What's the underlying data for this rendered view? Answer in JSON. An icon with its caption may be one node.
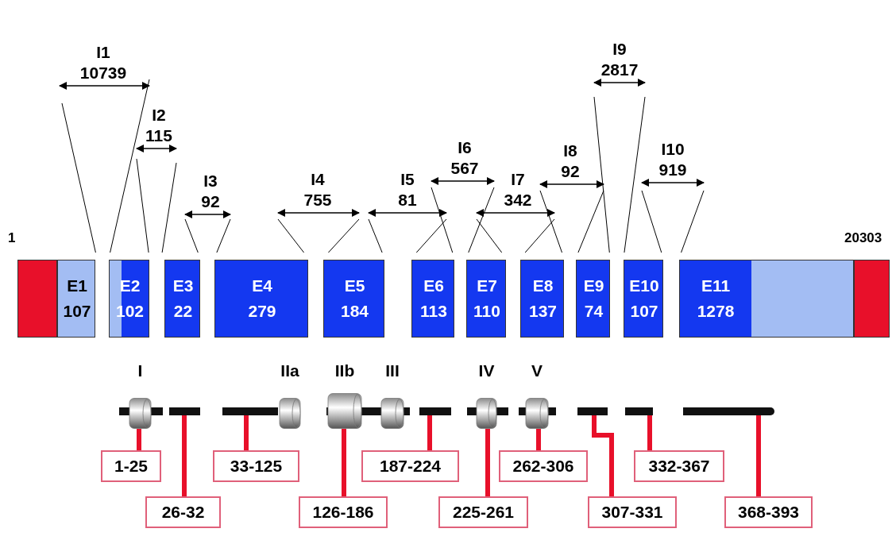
{
  "diagram": {
    "nodes": [
      {
        "text": [],
        "shape": "box"
      },
      {
        "text": [
          "E1",
          "107"
        ]
      },
      {
        "text": [
          "E2",
          "102"
        ]
      },
      {
        "text": [
          "E3",
          "22"
        ]
      },
      {
        "text": [
          "E4",
          "279"
        ]
      },
      {
        "text": [
          "E5",
          "184"
        ]
      },
      {
        "text": [
          "E6",
          "113"
        ]
      },
      {
        "text": [
          "E7",
          "110"
        ]
      },
      {
        "text": [
          "E8",
          "137"
        ]
      },
      {
        "text": [
          "E9",
          "74"
        ]
      },
      {
        "text": [
          "E10",
          "107"
        ]
      },
      {
        "text": [
          "E11",
          "1278"
        ]
      },
      {
        "text": [],
        "shape": "box"
      },
      {
        "text": [],
        "shape": "cylinder",
        "beside": [
          "I"
        ]
      },
      {
        "text": [],
        "shape": "bar"
      },
      {
        "text": [],
        "shape": "bar"
      },
      {
        "text": [],
        "shape": "cylinder",
        "beside": [
          "IIa"
        ]
      },
      {
        "text": [],
        "shape": "cylinder",
        "beside": [
          "IIb"
        ]
      },
      {
        "text": [],
        "shape": "cylinder",
        "beside": [
          "III"
        ]
      },
      {
        "text": [],
        "shape": "bar"
      },
      {
        "text": [],
        "shape": "cylinder",
        "beside": [
          "IV"
        ]
      },
      {
        "text": [],
        "shape": "cylinder",
        "beside": [
          "V"
        ]
      },
      {
        "text": [],
        "shape": "bar"
      },
      {
        "text": [],
        "shape": "bar"
      },
      {
        "text": [],
        "shape": "bar"
      },
      {
        "text": [
          "1-25"
        ]
      },
      {
        "text": [
          "33-125"
        ]
      },
      {
        "text": [
          "187-224"
        ]
      },
      {
        "text": [
          "262-306"
        ]
      },
      {
        "text": [
          "332-367"
        ]
      },
      {
        "text": [
          "26-32"
        ]
      },
      {
        "text": [
          "126-186"
        ]
      },
      {
        "text": [
          "225-261"
        ]
      },
      {
        "text": [
          "307-331"
        ]
      },
      {
        "text": [
          "368-393"
        ]
      }
    ],
    "edges": [
      {
        "from": 25,
        "to": 13,
        "arrow": "none"
      },
      {
        "from": 30,
        "to": 14,
        "arrow": "none"
      },
      {
        "from": 26,
        "to": 15,
        "arrow": "none"
      },
      {
        "from": 31,
        "to": 17,
        "arrow": "none"
      },
      {
        "from": 27,
        "to": 19,
        "arrow": "none"
      },
      {
        "from": 32,
        "to": 20,
        "arrow": "none"
      },
      {
        "from": 28,
        "to": 21,
        "arrow": "none"
      },
      {
        "from": 33,
        "to": 22,
        "arrow": "none"
      },
      {
        "from": 29,
        "to": 23,
        "arrow": "none"
      },
      {
        "from": 34,
        "to": 24,
        "arrow": "none"
      }
    ],
    "labels": [
      "I1",
      "10739",
      "I2",
      "115",
      "I3",
      "92",
      "I4",
      "755",
      "I5",
      "81",
      "I6",
      "567",
      "I7",
      "342",
      "I8",
      "92",
      "I9",
      "2817",
      "I10",
      "919",
      "1",
      "20303"
    ]
  }
}
